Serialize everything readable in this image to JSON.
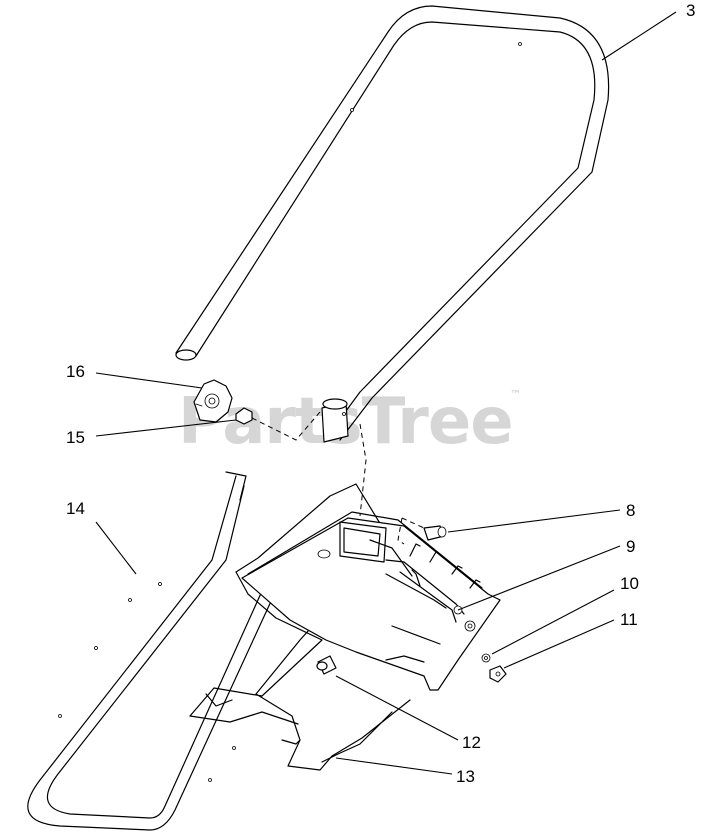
{
  "watermark": {
    "brand": "PartsTree",
    "trademark": "™"
  },
  "callouts": [
    {
      "id": "3",
      "label": "3"
    },
    {
      "id": "8",
      "label": "8"
    },
    {
      "id": "9",
      "label": "9"
    },
    {
      "id": "10",
      "label": "10"
    },
    {
      "id": "11",
      "label": "11"
    },
    {
      "id": "12",
      "label": "12"
    },
    {
      "id": "13",
      "label": "13"
    },
    {
      "id": "14",
      "label": "14"
    },
    {
      "id": "15",
      "label": "15"
    },
    {
      "id": "16",
      "label": "16"
    }
  ]
}
